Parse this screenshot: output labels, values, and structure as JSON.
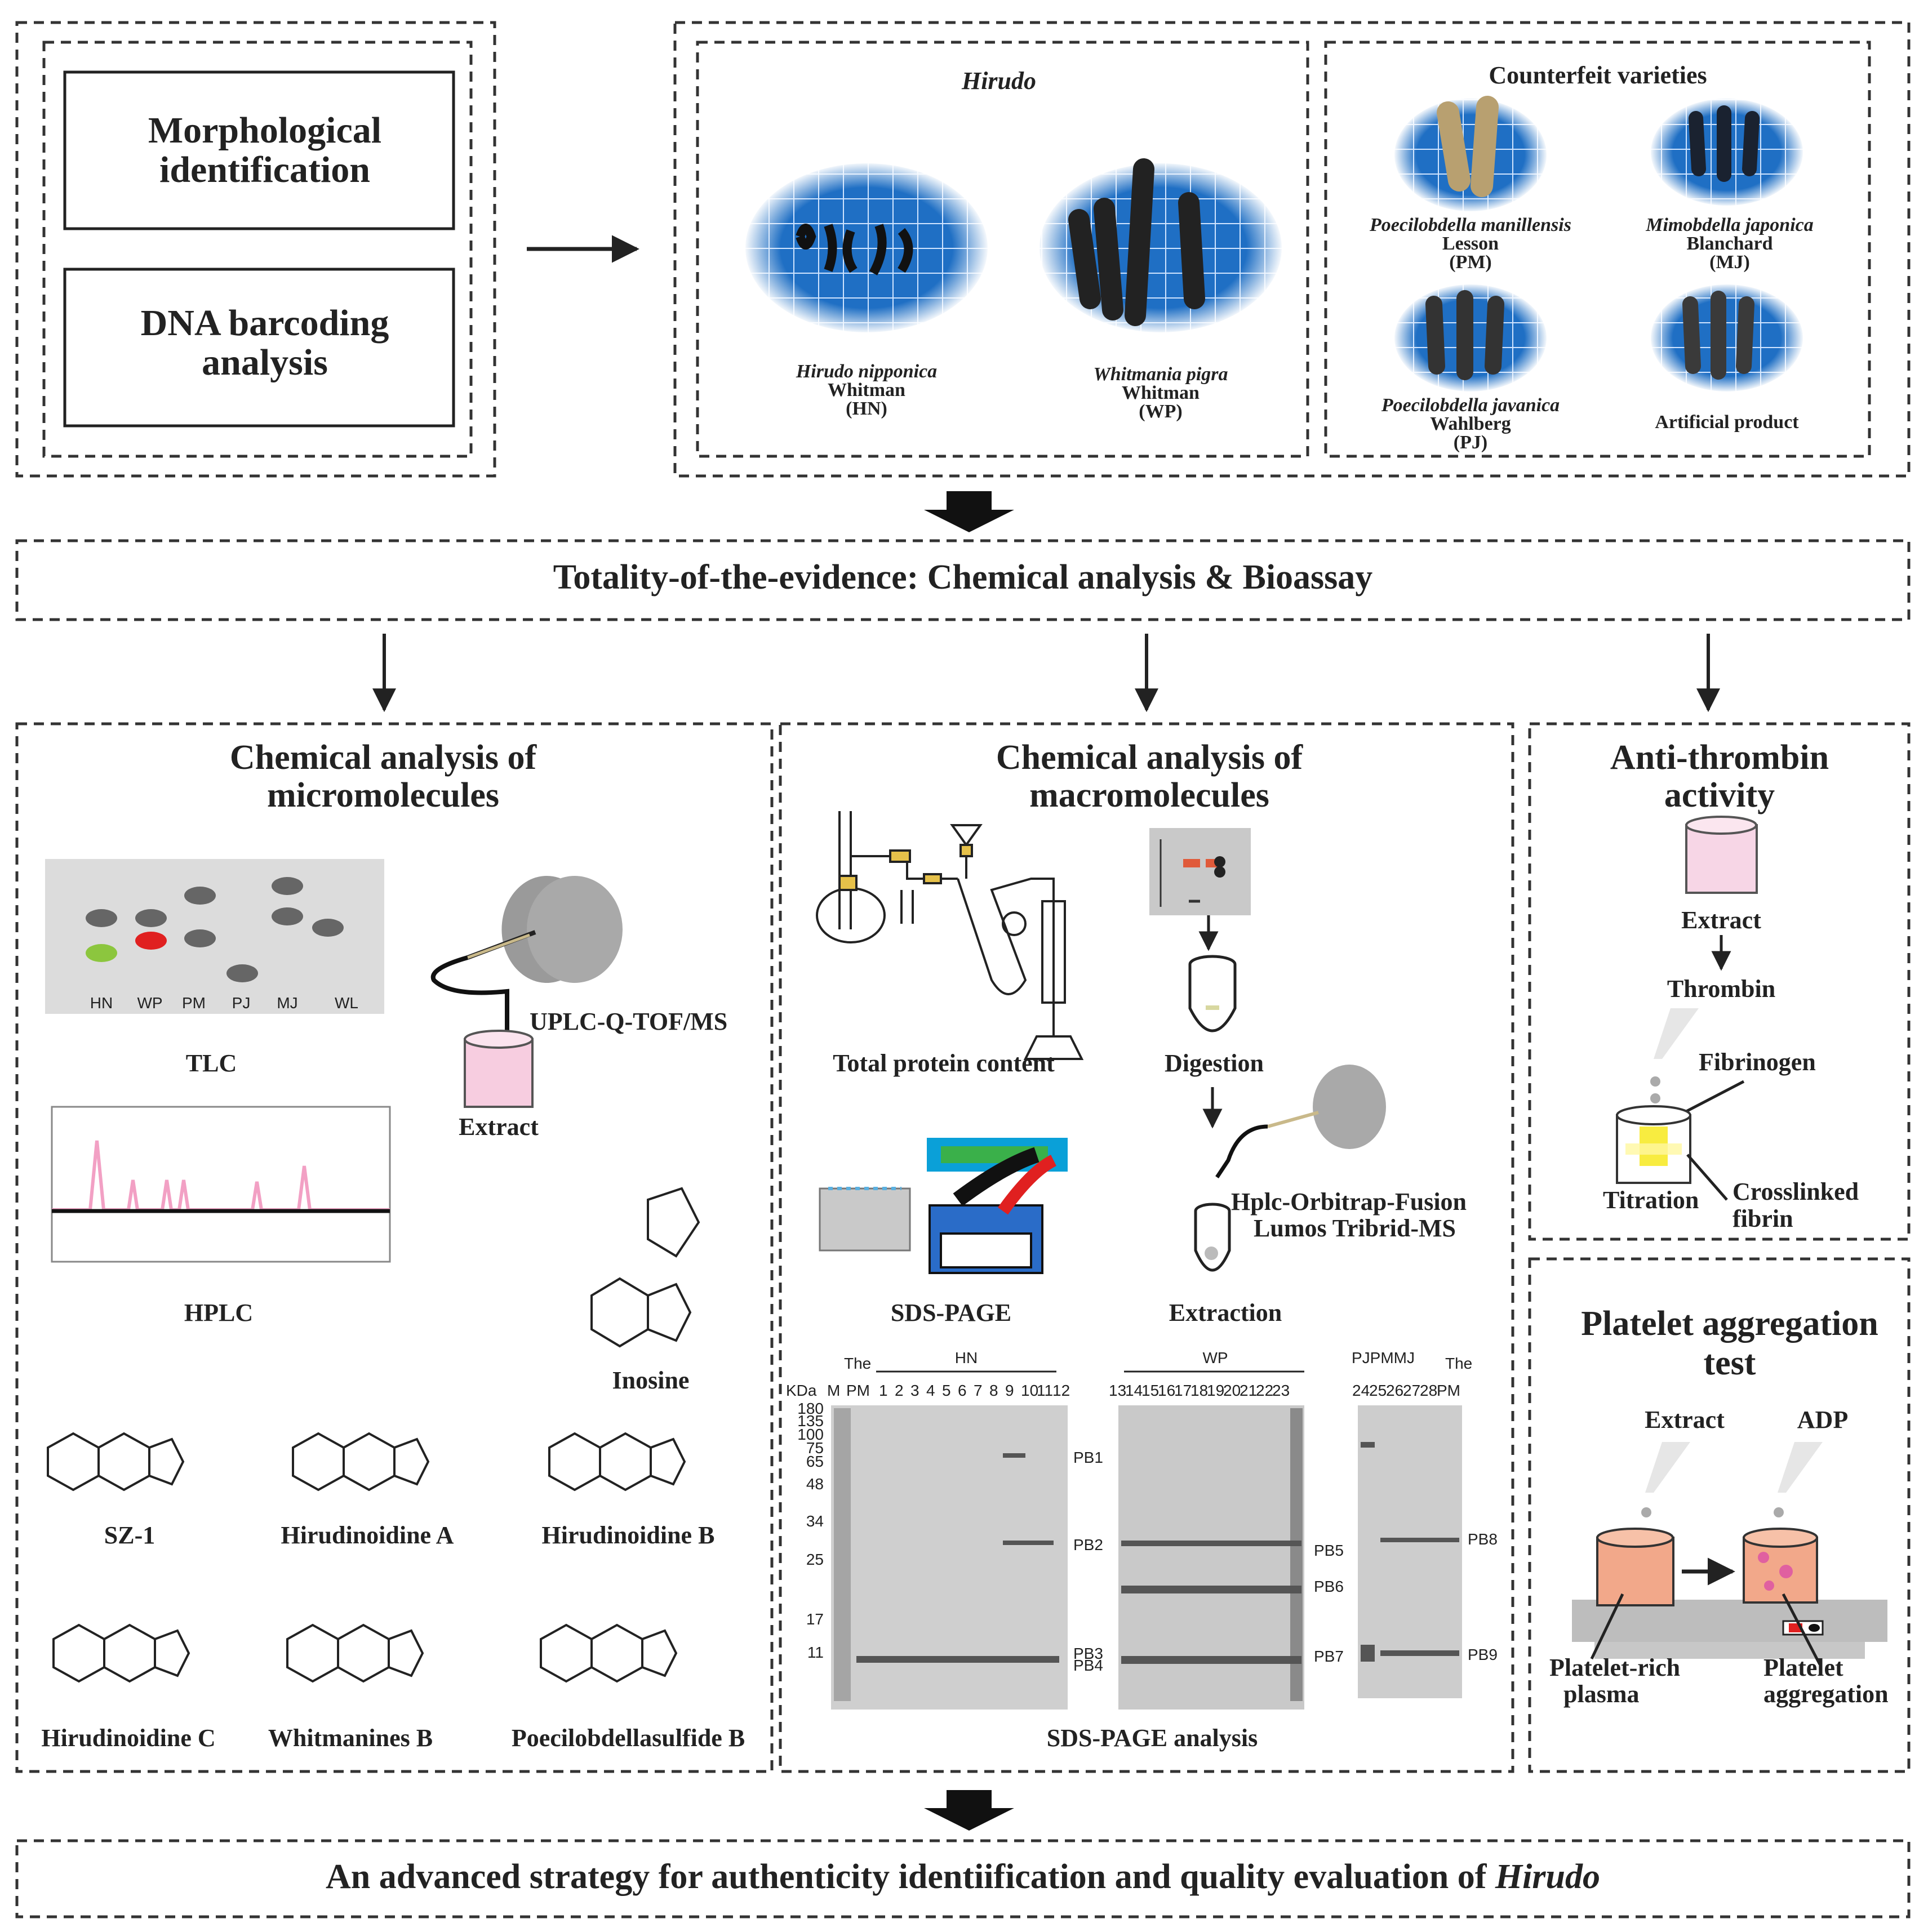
{
  "top_left": {
    "box1": [
      "Morphological",
      "identification"
    ],
    "box2": [
      "DNA barcoding",
      "analysis"
    ]
  },
  "hirudo": {
    "title": "Hirudo",
    "specimens": [
      {
        "name": "Hirudo nipponica",
        "author": "Whitman",
        "code": "(HN)"
      },
      {
        "name": "Whitmania pigra",
        "author": "Whitman",
        "code": "(WP)"
      }
    ]
  },
  "counterfeit": {
    "title": "Counterfeit varieties",
    "specimens": [
      {
        "name": "Poecilobdella manillensis",
        "author": "Lesson",
        "code": "(PM)"
      },
      {
        "name": "Mimobdella japonica",
        "author": "Blanchard",
        "code": "(MJ)"
      },
      {
        "name": "Poecilobdella javanica",
        "author": "Wahlberg",
        "code": "(PJ)"
      },
      {
        "name": "",
        "author": "Artificial product",
        "code": ""
      }
    ]
  },
  "totality": "Totality-of-the-evidence: Chemical analysis & Bioassay",
  "micro": {
    "title": [
      "Chemical analysis of",
      "micromolecules"
    ],
    "tlc_lanes": [
      "HN",
      "WP",
      "PM",
      "PJ",
      "MJ",
      "WL"
    ],
    "tlc": "TLC",
    "hplc": "HPLC",
    "ms": "UPLC-Q-TOF/MS",
    "extract": "Extract",
    "compounds": [
      "Inosine",
      "SZ-1",
      "Hirudinoidine A",
      "Hirudinoidine B",
      "Hirudinoidine C",
      "Whitmanines B",
      "Poecilobdellasulfide B"
    ]
  },
  "macro": {
    "title": [
      "Chemical analysis of",
      "macromolecules"
    ],
    "total_protein": "Total protein content",
    "digestion": "Digestion",
    "sds": "SDS-PAGE",
    "ms": [
      "Hplc-Orbitrap-Fusion",
      "Lumos Tribrid-MS"
    ],
    "extraction": "Extraction",
    "gel_caption": "SDS-PAGE analysis",
    "gel_header_the": "The",
    "gel_groups": [
      "HN",
      "WP",
      "PJPMMJ"
    ],
    "gel_the2": "The",
    "gel_kda": "KDa",
    "gel_marker": "M",
    "gel_pm": "PM",
    "gel_lanes1": [
      "1",
      "2",
      "3",
      "4",
      "5",
      "6",
      "7",
      "8",
      "9",
      "10",
      "11",
      "12"
    ],
    "gel_lanes2": [
      "13",
      "14",
      "15",
      "16",
      "17",
      "18",
      "19",
      "20",
      "21",
      "22",
      "23"
    ],
    "gel_lanes3": [
      "24",
      "25",
      "26",
      "27",
      "28",
      "PM"
    ],
    "gel_mw": [
      "180",
      "135",
      "100",
      "75",
      "65",
      "48",
      "34",
      "25",
      "17",
      "11"
    ],
    "bands": [
      "PB1",
      "PB2",
      "PB3",
      "PB4",
      "PB5",
      "PB6",
      "PB7",
      "PB8",
      "PB9"
    ]
  },
  "anti": {
    "title": [
      "Anti-thrombin",
      "activity"
    ],
    "extract": "Extract",
    "thrombin": "Thrombin",
    "fibrinogen": "Fibrinogen",
    "titration": "Titration",
    "crosslinked": [
      "Crosslinked",
      "fibrin"
    ]
  },
  "platelet": {
    "title": [
      "Platelet aggregation",
      "test"
    ],
    "extract": "Extract",
    "adp": "ADP",
    "prp": [
      "Platelet-rich",
      "plasma"
    ],
    "agg": [
      "Platelet",
      "aggregation"
    ]
  },
  "conclusion": {
    "text": "An advanced strategy for authenticity identiification and quality evaluation of ",
    "italic": "Hirudo"
  },
  "colors": {
    "grid_blue": "#1f6fc4",
    "pink": "#f5c6da",
    "red": "#e02020",
    "green": "#8cc63e"
  }
}
